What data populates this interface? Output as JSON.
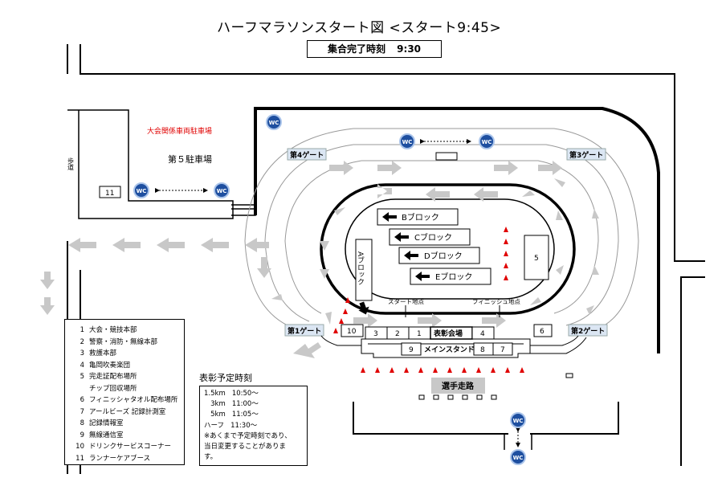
{
  "title": "ハーフマラソンスタート図 <スタート9:45>",
  "assembly": {
    "label": "集合完了時刻",
    "time": "9:30"
  },
  "parking": {
    "official": "大会関係車両駐車場",
    "lot5": "第５駐車場",
    "sidewalk": "歩道"
  },
  "gates": {
    "gate1": "第1ゲート",
    "gate2": "第2ゲート",
    "gate3": "第3ゲート",
    "gate4": "第4ゲート"
  },
  "blocks": {
    "a": "Aブロック",
    "b": "Bブロック",
    "c": "Cブロック",
    "d": "Dブロック",
    "e": "Eブロック"
  },
  "points": {
    "start": "スタート地点",
    "finish": "フィニッシュ地点"
  },
  "stands": {
    "main": "メインスタンド",
    "podium": "表彰会場"
  },
  "boxes": {
    "b1": "1",
    "b2": "2",
    "b3": "3",
    "b4": "4",
    "b5": "5",
    "b6": "6",
    "b7": "7",
    "b8": "8",
    "b9": "9",
    "b10": "10",
    "b11": "11"
  },
  "wc": "WC",
  "runner_path": "選手走路",
  "legend": [
    {
      "num": "1",
      "text": "大会・競技本部"
    },
    {
      "num": "2",
      "text": "警察・消防・無線本部"
    },
    {
      "num": "3",
      "text": "救護本部"
    },
    {
      "num": "4",
      "text": "亀岡吹奏楽団"
    },
    {
      "num": "5",
      "text": "完走証配布場所"
    },
    {
      "num": "",
      "text": "チップ回収場所"
    },
    {
      "num": "6",
      "text": "フィニッシャタオル配布場所"
    },
    {
      "num": "7",
      "text": "アールビーズ 記録計測室"
    },
    {
      "num": "8",
      "text": "記録情報室"
    },
    {
      "num": "9",
      "text": "無線通信室"
    },
    {
      "num": "10",
      "text": "ドリンクサービスコーナー"
    },
    {
      "num": "11",
      "text": "ランナーケアブース"
    }
  ],
  "schedule": {
    "title": "表彰予定時刻",
    "rows": [
      {
        "dist": "1.5km",
        "time": "10:50～"
      },
      {
        "dist": "3km",
        "time": "11:00～"
      },
      {
        "dist": "5km",
        "time": "11:05～"
      },
      {
        "dist": "ハーフ",
        "time": "11:30～"
      }
    ],
    "note1": "※あくまで予定時刻であり、",
    "note2": "当日変更することがありま",
    "note3": "す。"
  },
  "colors": {
    "gate_fill": "#dbe6f3",
    "wc_fill": "#1e4fa0",
    "cone": "#e00000",
    "flow_arrow": "#c8c8c8",
    "official_text": "#e00000",
    "runner_path_fill": "#c8c8c8"
  }
}
